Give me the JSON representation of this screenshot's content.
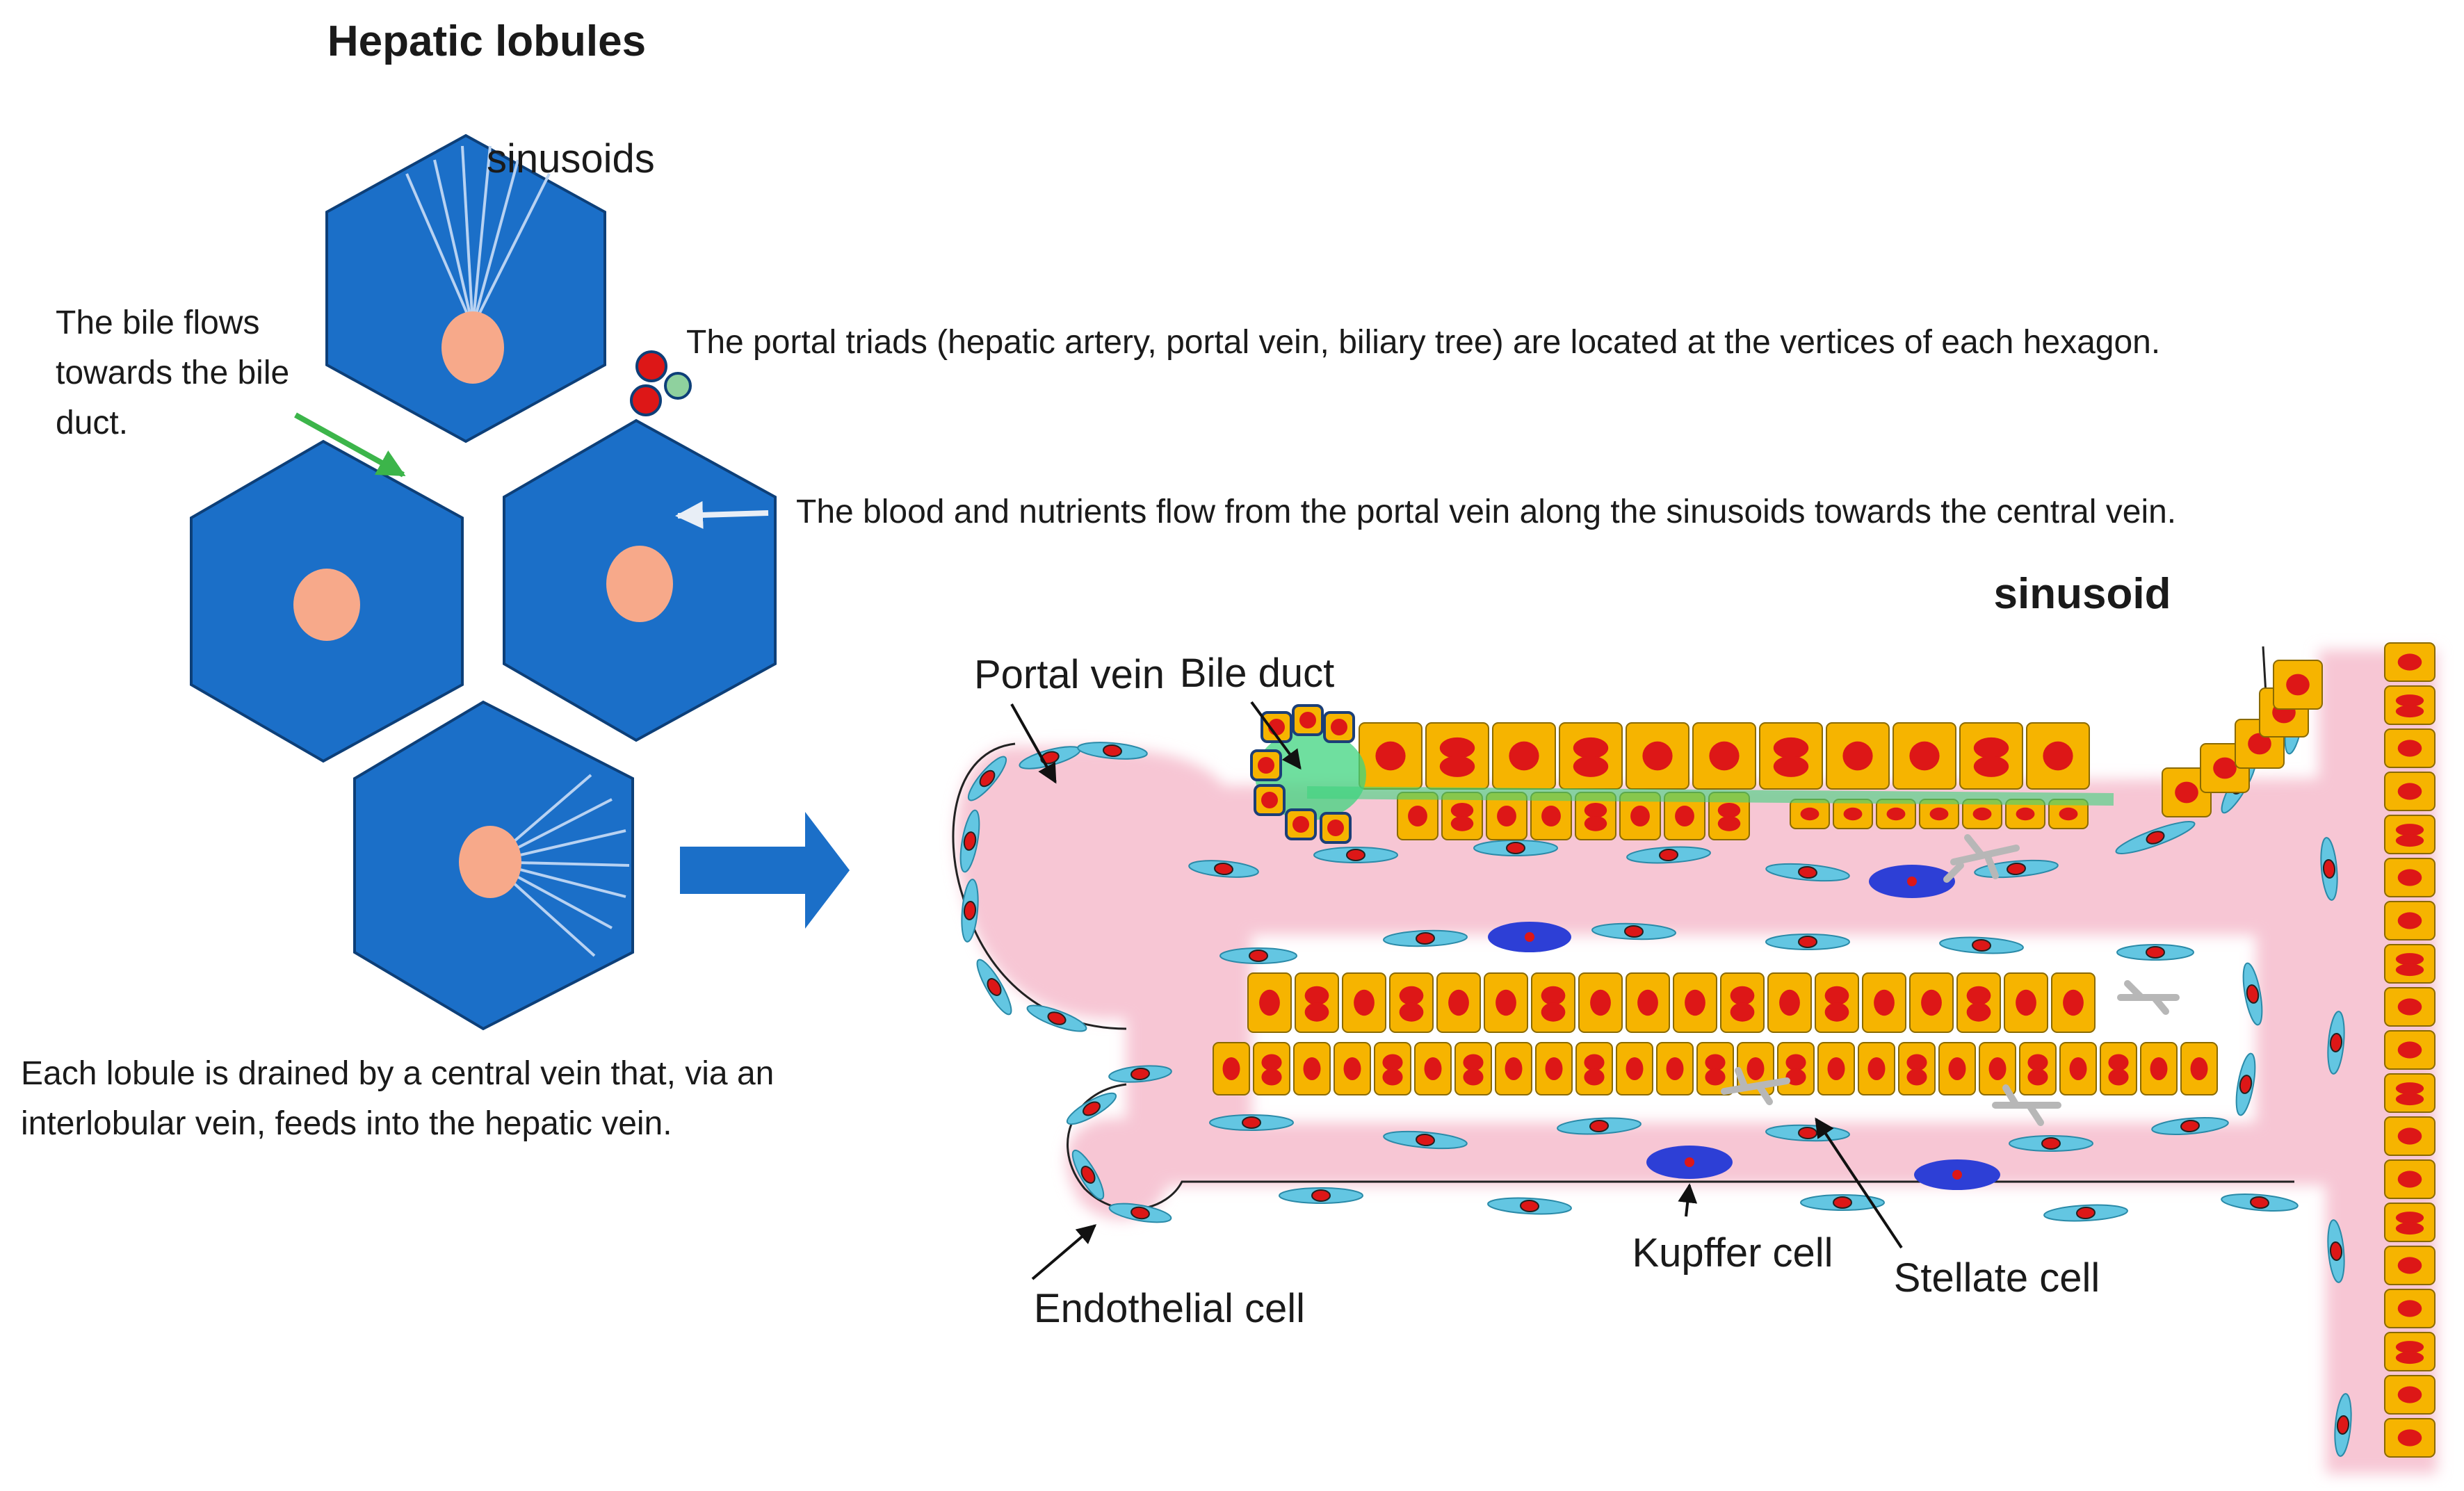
{
  "titles": {
    "hepatic_lobules": "Hepatic lobules",
    "sinusoid": "sinusoid"
  },
  "labels": {
    "sinusoids": "sinusoids",
    "portal_vein": "Portal vein",
    "bile_duct": "Bile duct",
    "kupffer_cell": "Kupffer cell",
    "stellate_cell": "Stellate cell",
    "endothelial_cell": "Endothelial cell"
  },
  "captions": {
    "bile_flow": [
      "The bile flows",
      "towards the bile",
      "duct."
    ],
    "portal_triads": "The portal triads (hepatic artery, portal vein, biliary tree)  are located at the vertices of each hexagon.",
    "blood_flow": "The blood and nutrients flow from the portal vein along the sinusoids towards the central vein.",
    "central_vein": [
      "Each lobule is drained by a central vein that, via an",
      "interlobular vein, feeds into the hepatic vein."
    ]
  },
  "colors": {
    "lobule": "#1b6fc8",
    "lobule_edge": "#0d3f78",
    "central_vein": "#f7a98a",
    "hepatocyte": "#f6b400",
    "nucleus": "#dd1717",
    "blood": "#f7c6d4",
    "endothelial": "#63c6e2",
    "kupffer": "#2d3fd6",
    "stellate": "#b7b7b7",
    "bile_green": "#3fd47f",
    "bile_arrow": "#3cb54a",
    "flow_arrow": "#e8eef6"
  }
}
